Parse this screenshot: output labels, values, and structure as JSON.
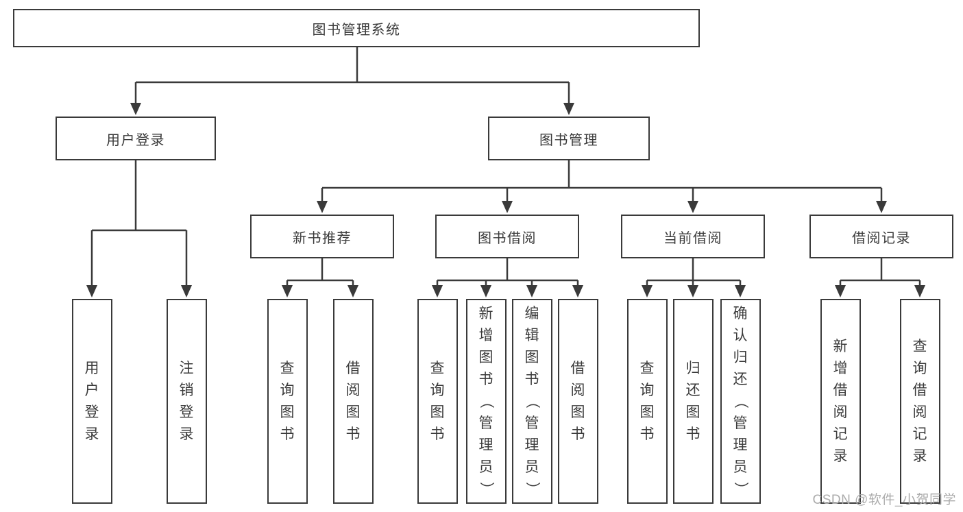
{
  "diagram": {
    "root": {
      "label": "图书管理系统"
    },
    "branches": [
      {
        "label": "用户登录",
        "children": [
          {
            "label": "用户登录"
          },
          {
            "label": "注销登录"
          }
        ]
      },
      {
        "label": "图书管理",
        "children": [
          {
            "label": "新书推荐",
            "children": [
              {
                "label": "查询图书"
              },
              {
                "label": "借阅图书"
              }
            ]
          },
          {
            "label": "图书借阅",
            "children": [
              {
                "label": "查询图书"
              },
              {
                "label": "新增图书（管理员）"
              },
              {
                "label": "编辑图书（管理员）"
              },
              {
                "label": "借阅图书"
              }
            ]
          },
          {
            "label": "当前借阅",
            "children": [
              {
                "label": "查询图书"
              },
              {
                "label": "归还图书"
              },
              {
                "label": "确认归还（管理员）"
              }
            ]
          },
          {
            "label": "借阅记录",
            "children": [
              {
                "label": "新增借阅记录"
              },
              {
                "label": "查询借阅记录"
              }
            ]
          }
        ]
      }
    ],
    "style": {
      "line_color": "#3a3a3a",
      "text_color": "#3b3b3b",
      "box_fill": "#ffffff",
      "watermark_color": "#ababab"
    }
  },
  "watermark": {
    "text": "CSDN @软件_小贺同学"
  }
}
